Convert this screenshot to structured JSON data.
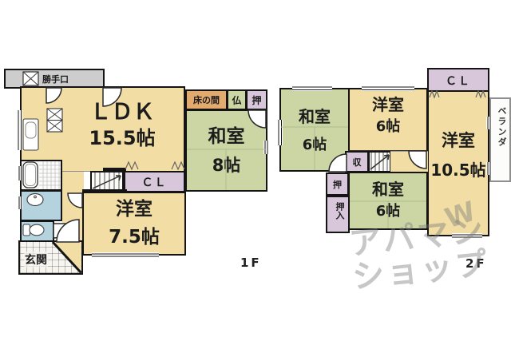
{
  "floors": {
    "f1": {
      "label": "1F",
      "rooms": {
        "porch": {
          "label": "勝手口"
        },
        "ldk": {
          "name": "ＬＤＫ",
          "size": "15.5帖"
        },
        "tokonoma": {
          "label": "床の間"
        },
        "butsudan": {
          "label": "仏"
        },
        "oshi": {
          "label": "押"
        },
        "washitsu": {
          "name": "和室",
          "size": "8帖"
        },
        "closet": {
          "label": "ＣＬ"
        },
        "yoshitsu": {
          "name": "洋室",
          "size": "7.5帖"
        },
        "genkan": {
          "label": "玄関"
        }
      }
    },
    "f2": {
      "label": "2F",
      "rooms": {
        "washitsu_nw": {
          "name": "和室",
          "size": "6帖"
        },
        "yoshitsu_n": {
          "name": "洋室",
          "size": "6帖"
        },
        "closet": {
          "label": "ＣＬ"
        },
        "yoshitsu_e": {
          "name": "洋室",
          "size": "10.5帖"
        },
        "veranda": {
          "label": "ベランダ"
        },
        "storage": {
          "label": "収"
        },
        "oshi": {
          "label": "押"
        },
        "oshiire": {
          "label": "押入"
        },
        "washitsu_s": {
          "name": "和室",
          "size": "6帖"
        }
      }
    }
  },
  "watermark": {
    "line1": "アパマン",
    "line2": "ショップ",
    "mark": "W"
  },
  "colors": {
    "western_room": "#F2DEA4",
    "japanese_room": "#CBD6A4",
    "closet": "#D8C6DA",
    "wet_area": "#B5D3DE",
    "tokonoma": "#E2AA6E",
    "porch": "#CDCDCD",
    "wall": "#141414",
    "watermark": "#7A7A7A"
  }
}
